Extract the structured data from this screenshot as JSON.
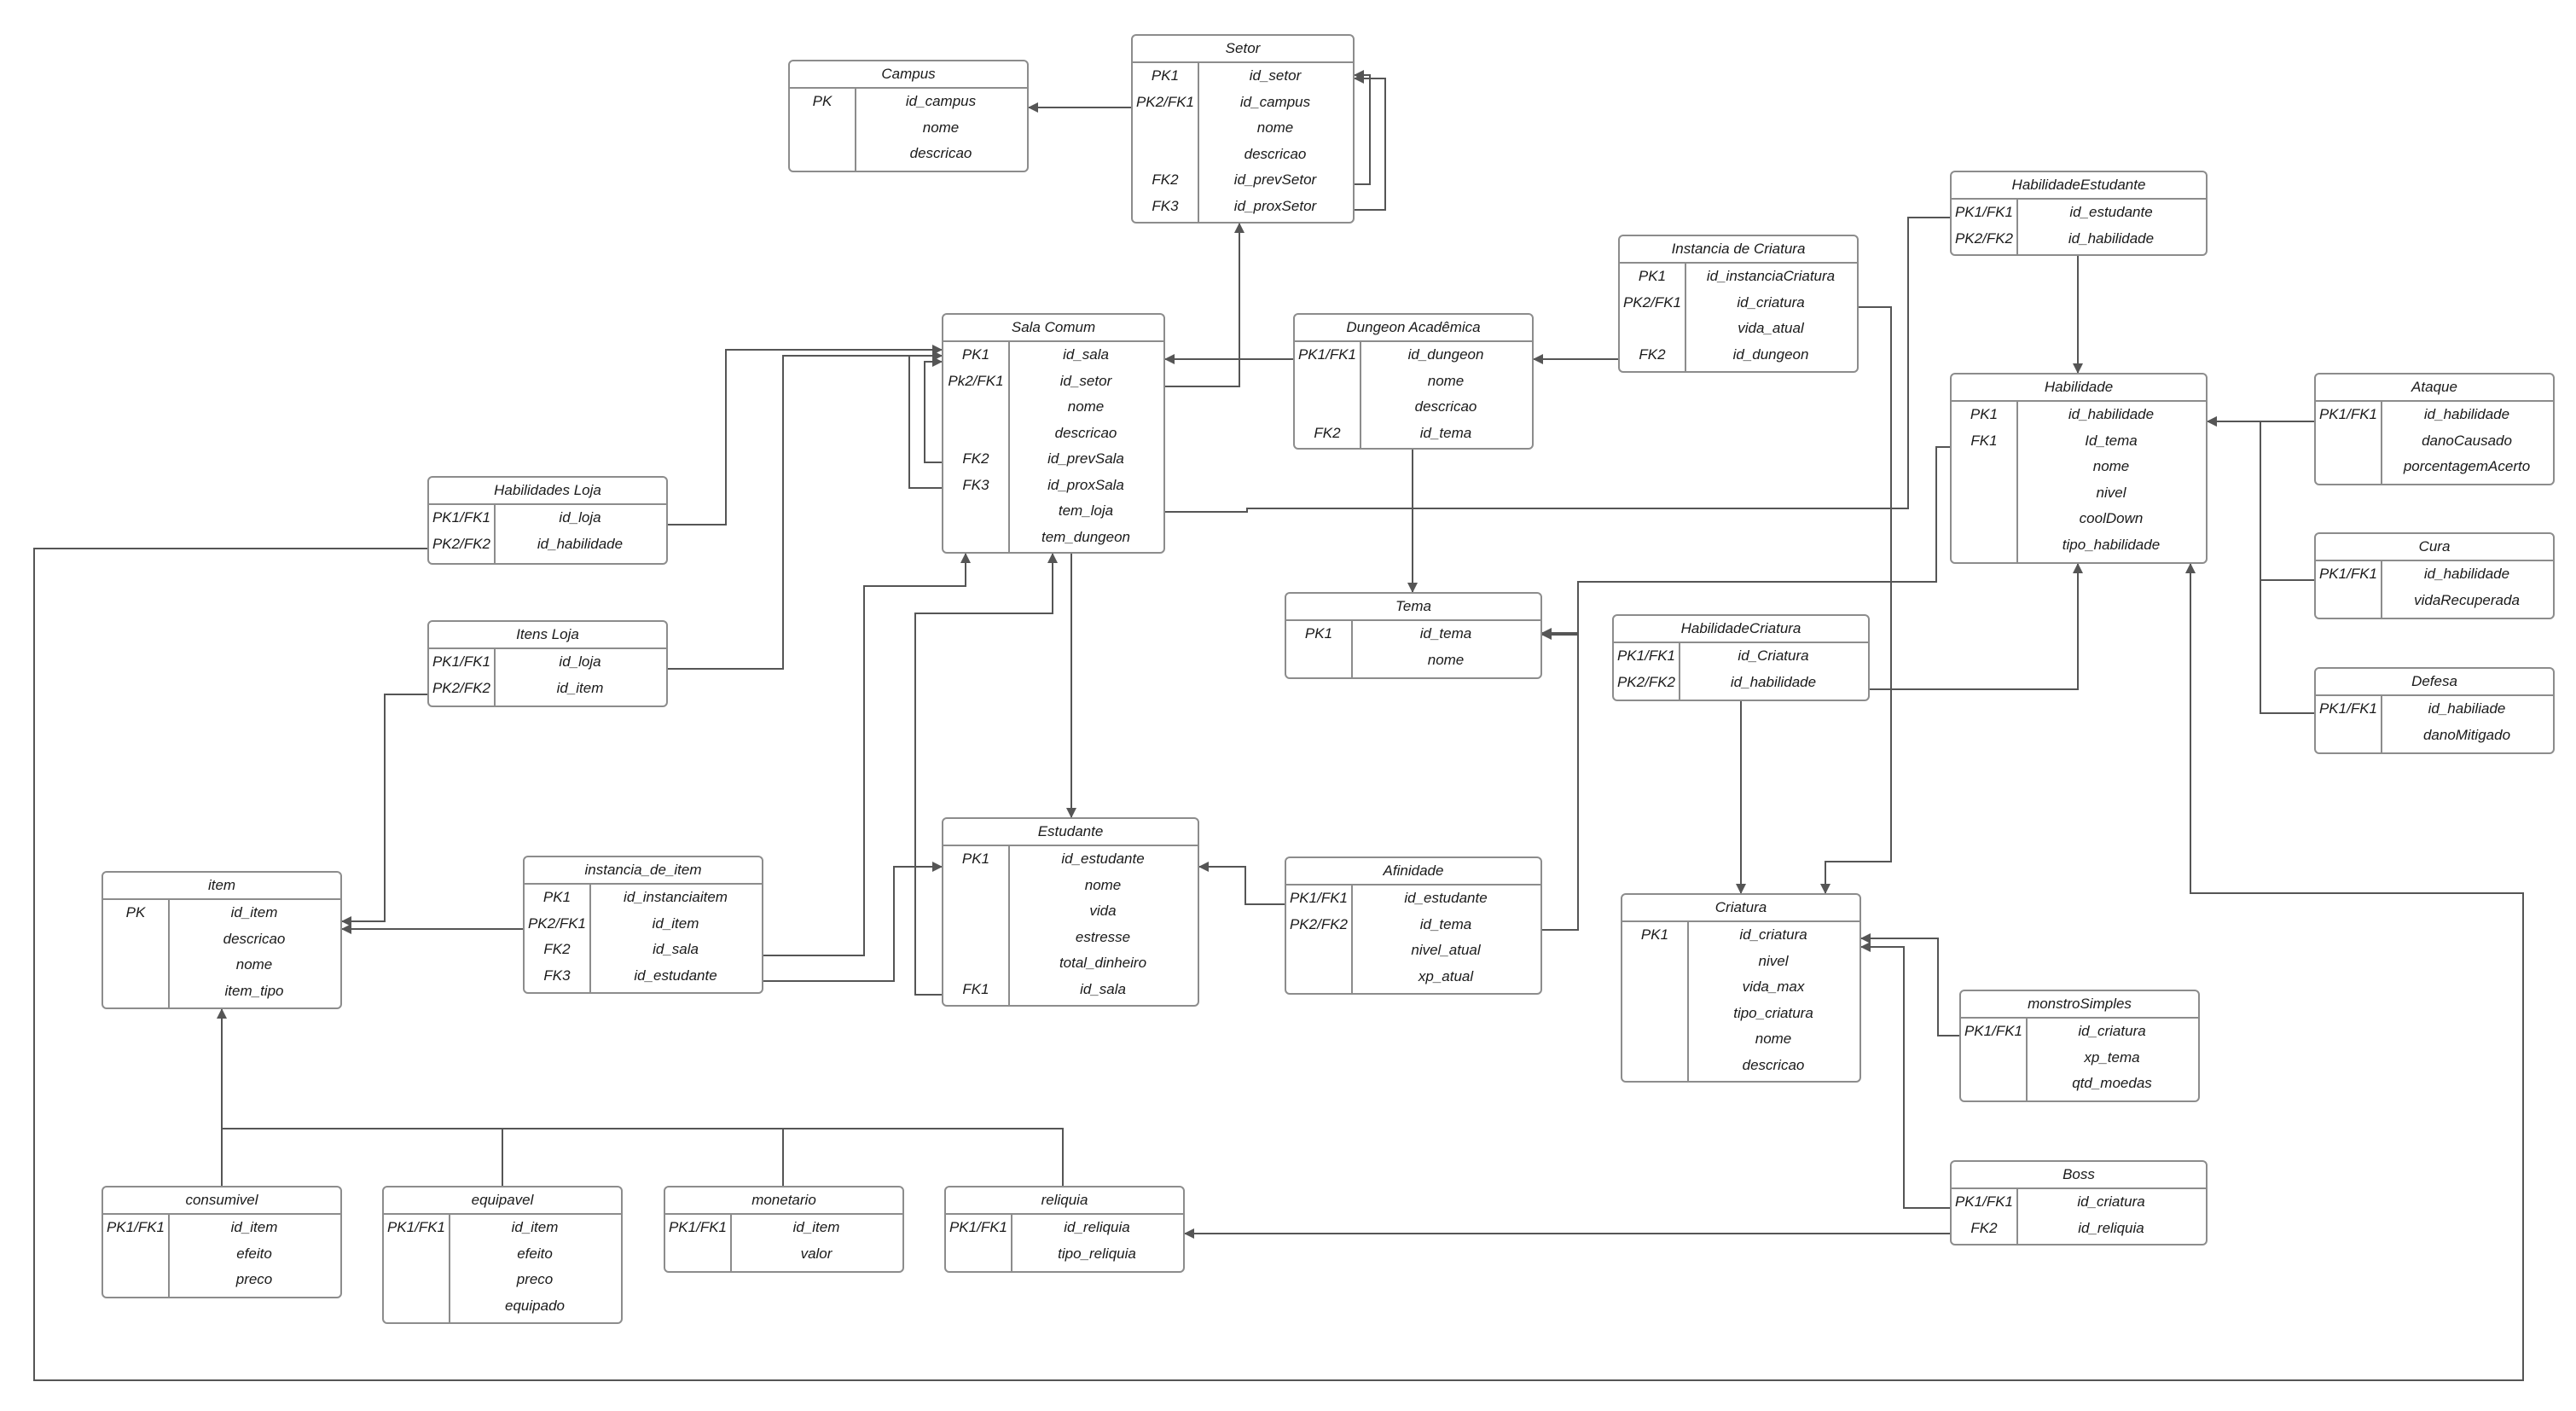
{
  "diagram": {
    "entities": [
      {
        "id": "campus",
        "title": "Campus",
        "rows": [
          {
            "key": "PK",
            "field": "id_campus"
          },
          {
            "key": "",
            "field": "nome"
          },
          {
            "key": "",
            "field": "descricao"
          }
        ]
      },
      {
        "id": "setor",
        "title": "Setor",
        "rows": [
          {
            "key": "PK1",
            "field": "id_setor"
          },
          {
            "key": "PK2/FK1",
            "field": "id_campus"
          },
          {
            "key": "",
            "field": "nome"
          },
          {
            "key": "",
            "field": "descricao"
          },
          {
            "key": "FK2",
            "field": "id_prevSetor"
          },
          {
            "key": "FK3",
            "field": "id_proxSetor"
          }
        ]
      },
      {
        "id": "sala_comum",
        "title": "Sala Comum",
        "rows": [
          {
            "key": "PK1",
            "field": "id_sala"
          },
          {
            "key": "Pk2/FK1",
            "field": "id_setor"
          },
          {
            "key": "",
            "field": "nome"
          },
          {
            "key": "",
            "field": "descricao"
          },
          {
            "key": "FK2",
            "field": "id_prevSala"
          },
          {
            "key": "FK3",
            "field": "id_proxSala"
          },
          {
            "key": "",
            "field": "tem_loja"
          },
          {
            "key": "",
            "field": "tem_dungeon"
          }
        ]
      },
      {
        "id": "dungeon",
        "title": "Dungeon Acadêmica",
        "rows": [
          {
            "key": "PK1/FK1",
            "field": "id_dungeon"
          },
          {
            "key": "",
            "field": "nome"
          },
          {
            "key": "",
            "field": "descricao"
          },
          {
            "key": "FK2",
            "field": "id_tema"
          }
        ]
      },
      {
        "id": "inst_criatura",
        "title": "Instancia de Criatura",
        "rows": [
          {
            "key": "PK1",
            "field": "id_instanciaCriatura"
          },
          {
            "key": "PK2/FK1",
            "field": "id_criatura"
          },
          {
            "key": "",
            "field": "vida_atual"
          },
          {
            "key": "FK2",
            "field": "id_dungeon"
          }
        ]
      },
      {
        "id": "hab_estudante",
        "title": "HabilidadeEstudante",
        "rows": [
          {
            "key": "PK1/FK1",
            "field": "id_estudante"
          },
          {
            "key": "PK2/FK2",
            "field": "id_habilidade"
          }
        ]
      },
      {
        "id": "habilidade",
        "title": "Habilidade",
        "rows": [
          {
            "key": "PK1",
            "field": "id_habilidade"
          },
          {
            "key": "FK1",
            "field": "Id_tema"
          },
          {
            "key": "",
            "field": "nome"
          },
          {
            "key": "",
            "field": "nivel"
          },
          {
            "key": "",
            "field": "coolDown"
          },
          {
            "key": "",
            "field": "tipo_habilidade"
          }
        ]
      },
      {
        "id": "ataque",
        "title": "Ataque",
        "rows": [
          {
            "key": "PK1/FK1",
            "field": "id_habilidade"
          },
          {
            "key": "",
            "field": "danoCausado"
          },
          {
            "key": "",
            "field": "porcentagemAcerto"
          }
        ]
      },
      {
        "id": "cura",
        "title": "Cura",
        "rows": [
          {
            "key": "PK1/FK1",
            "field": "id_habilidade"
          },
          {
            "key": "",
            "field": "vidaRecuperada"
          }
        ]
      },
      {
        "id": "defesa",
        "title": "Defesa",
        "rows": [
          {
            "key": "PK1/FK1",
            "field": "id_habiliade"
          },
          {
            "key": "",
            "field": "danoMitigado"
          }
        ]
      },
      {
        "id": "hab_loja",
        "title": "Habilidades Loja",
        "rows": [
          {
            "key": "PK1/FK1",
            "field": "id_loja"
          },
          {
            "key": "PK2/FK2",
            "field": "id_habilidade"
          }
        ]
      },
      {
        "id": "itens_loja",
        "title": "Itens Loja",
        "rows": [
          {
            "key": "PK1/FK1",
            "field": "id_loja"
          },
          {
            "key": "PK2/FK2",
            "field": "id_item"
          }
        ]
      },
      {
        "id": "tema",
        "title": "Tema",
        "rows": [
          {
            "key": "PK1",
            "field": "id_tema"
          },
          {
            "key": "",
            "field": "nome"
          }
        ]
      },
      {
        "id": "hab_criatura",
        "title": "HabilidadeCriatura",
        "rows": [
          {
            "key": "PK1/FK1",
            "field": "id_Criatura"
          },
          {
            "key": "PK2/FK2",
            "field": "id_habilidade"
          }
        ]
      },
      {
        "id": "item",
        "title": "item",
        "rows": [
          {
            "key": "PK",
            "field": "id_item"
          },
          {
            "key": "",
            "field": "descricao"
          },
          {
            "key": "",
            "field": "nome"
          },
          {
            "key": "",
            "field": "item_tipo"
          }
        ]
      },
      {
        "id": "inst_item",
        "title": "instancia_de_item",
        "rows": [
          {
            "key": "PK1",
            "field": "id_instanciaitem"
          },
          {
            "key": "PK2/FK1",
            "field": "id_item"
          },
          {
            "key": "FK2",
            "field": "id_sala"
          },
          {
            "key": "FK3",
            "field": "id_estudante"
          }
        ]
      },
      {
        "id": "estudante",
        "title": "Estudante",
        "rows": [
          {
            "key": "PK1",
            "field": "id_estudante"
          },
          {
            "key": "",
            "field": "nome"
          },
          {
            "key": "",
            "field": "vida"
          },
          {
            "key": "",
            "field": "estresse"
          },
          {
            "key": "",
            "field": "total_dinheiro"
          },
          {
            "key": "FK1",
            "field": "id_sala"
          }
        ]
      },
      {
        "id": "afinidade",
        "title": "Afinidade",
        "rows": [
          {
            "key": "PK1/FK1",
            "field": "id_estudante"
          },
          {
            "key": "PK2/FK2",
            "field": "id_tema"
          },
          {
            "key": "",
            "field": "nivel_atual"
          },
          {
            "key": "",
            "field": "xp_atual"
          }
        ]
      },
      {
        "id": "criatura",
        "title": "Criatura",
        "rows": [
          {
            "key": "PK1",
            "field": "id_criatura"
          },
          {
            "key": "",
            "field": "nivel"
          },
          {
            "key": "",
            "field": "vida_max"
          },
          {
            "key": "",
            "field": "tipo_criatura"
          },
          {
            "key": "",
            "field": "nome"
          },
          {
            "key": "",
            "field": "descricao"
          }
        ]
      },
      {
        "id": "monstro",
        "title": "monstroSimples",
        "rows": [
          {
            "key": "PK1/FK1",
            "field": "id_criatura"
          },
          {
            "key": "",
            "field": "xp_tema"
          },
          {
            "key": "",
            "field": "qtd_moedas"
          }
        ]
      },
      {
        "id": "boss",
        "title": "Boss",
        "rows": [
          {
            "key": "PK1/FK1",
            "field": "id_criatura"
          },
          {
            "key": "FK2",
            "field": "id_reliquia"
          }
        ]
      },
      {
        "id": "consumivel",
        "title": "consumivel",
        "rows": [
          {
            "key": "PK1/FK1",
            "field": "id_item"
          },
          {
            "key": "",
            "field": "efeito"
          },
          {
            "key": "",
            "field": "preco"
          }
        ]
      },
      {
        "id": "equipavel",
        "title": "equipavel",
        "rows": [
          {
            "key": "PK1/FK1",
            "field": "id_item"
          },
          {
            "key": "",
            "field": "efeito"
          },
          {
            "key": "",
            "field": "preco"
          },
          {
            "key": "",
            "field": "equipado"
          }
        ]
      },
      {
        "id": "monetario",
        "title": "monetario",
        "rows": [
          {
            "key": "PK1/FK1",
            "field": "id_item"
          },
          {
            "key": "",
            "field": "valor"
          }
        ]
      },
      {
        "id": "reliquia",
        "title": "reliquia",
        "rows": [
          {
            "key": "PK1/FK1",
            "field": "id_reliquia"
          },
          {
            "key": "",
            "field": "tipo_reliquia"
          }
        ]
      }
    ],
    "colors": {
      "line": "#555555",
      "border": "#8c8c8c",
      "text": "#1a1a1a",
      "background": "#ffffff"
    }
  }
}
